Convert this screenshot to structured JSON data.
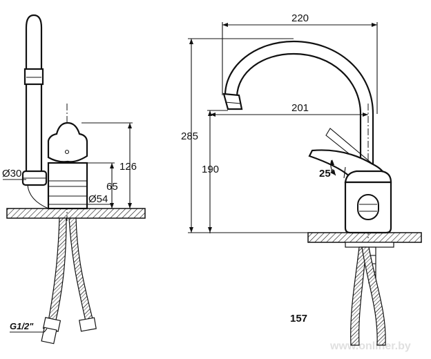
{
  "side_view": {
    "dim_spout_diameter": "Ø30",
    "dim_total_height": "126",
    "dim_body_height": "65",
    "dim_base_diameter": "Ø54",
    "hose_thread": "G1/2\""
  },
  "front_view": {
    "dim_spout_reach": "220",
    "dim_outlet_reach": "201",
    "dim_total_height": "285",
    "dim_outlet_height": "190",
    "dim_lever_angle": "25°",
    "dim_stud_length": "157"
  },
  "watermark": "www.onliner.by"
}
